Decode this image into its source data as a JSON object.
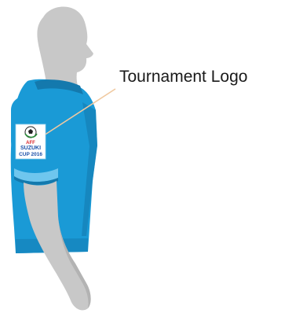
{
  "callout": {
    "label": "Tournament Logo"
  },
  "badge": {
    "line1": "AFF",
    "line2": "SUZUKI",
    "line3": "CUP 2016"
  },
  "colors": {
    "skin": "#c8c8c8",
    "skin_shadow": "#b3b3b3",
    "shirt": "#1a9ad6",
    "shirt_dark": "#1479ad",
    "shirt_stripe": "#6fc6ee",
    "leader_line": "#f0c9a0",
    "badge_bg": "#ffffff",
    "badge_text": "#1a4fa8",
    "badge_red": "#d9262c"
  },
  "icons": {
    "badge_icon": "football-icon"
  }
}
